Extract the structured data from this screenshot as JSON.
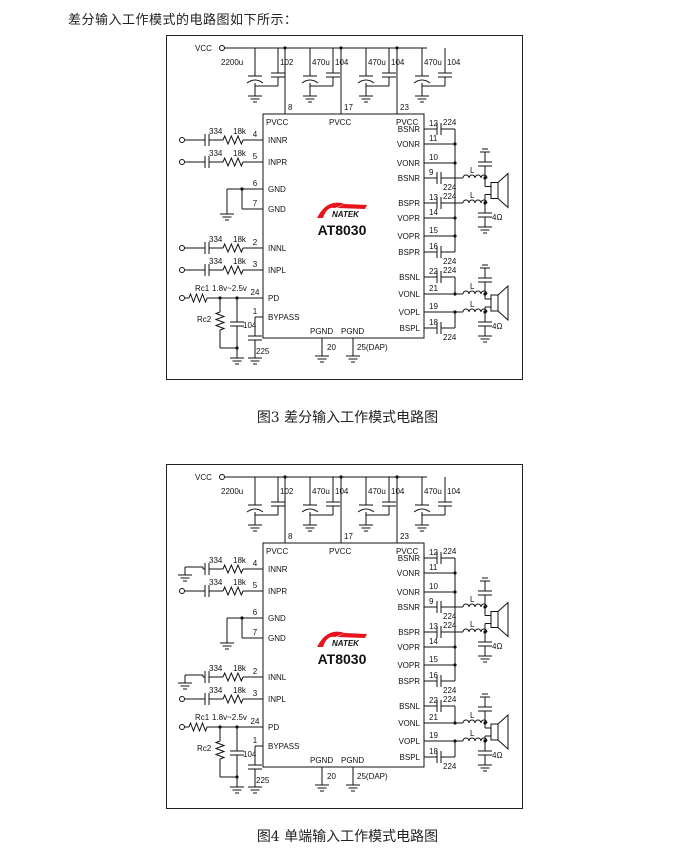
{
  "intro_text": "差分输入工作模式的电路图如下所示：",
  "figures": [
    {
      "id": "fig3",
      "caption": "图3  差分输入工作模式电路图",
      "mode": "differential",
      "inputs": {
        "innr": "open",
        "inpr": "open",
        "innl": "open",
        "inpl": "open"
      }
    },
    {
      "id": "fig4",
      "caption": "图4  单端输入工作模式电路图",
      "mode": "single-ended",
      "inputs": {
        "innr": "ground",
        "inpr": "open",
        "innl": "ground",
        "inpl": "open"
      }
    }
  ],
  "circuit": {
    "supply_label": "VCC",
    "chip": {
      "brand": "NATEK",
      "brand_mark": "A",
      "brand_color": "#e8141c",
      "brand_text_color": "#1f2f8f",
      "part_number": "AT8030"
    },
    "supply_caps": [
      {
        "electrolytic": "2200u",
        "ceramic": "102",
        "pin": ""
      },
      {
        "electrolytic": "470u",
        "ceramic": "104",
        "pin": "8"
      },
      {
        "electrolytic": "470u",
        "ceramic": "104",
        "pin": "17"
      },
      {
        "electrolytic": "470u",
        "ceramic": "104",
        "pin": "23"
      }
    ],
    "top_pins": [
      "PVCC",
      "PVCC",
      "PVCC"
    ],
    "left_pins": [
      {
        "num": "4",
        "name": "INNR",
        "cap": "334",
        "res": "18k"
      },
      {
        "num": "5",
        "name": "INPR",
        "cap": "334",
        "res": "18k"
      },
      {
        "num": "6",
        "name": "GND"
      },
      {
        "num": "7",
        "name": "GND"
      },
      {
        "num": "2",
        "name": "INNL",
        "cap": "334",
        "res": "18k"
      },
      {
        "num": "3",
        "name": "INPL",
        "cap": "334",
        "res": "18k"
      },
      {
        "num": "24",
        "name": "PD"
      },
      {
        "num": "1",
        "name": "BYPASS"
      }
    ],
    "pd_network": {
      "rc1": "Rc1",
      "rc2": "Rc2",
      "voltage": "1.8v~2.5v",
      "cap": "104"
    },
    "bypass_cap": "225",
    "bottom_pins": [
      {
        "num": "20",
        "name": "PGND"
      },
      {
        "num": "25(DAP)",
        "name": "PGND"
      }
    ],
    "right_pins": [
      {
        "num": "12",
        "name": "BSNR"
      },
      {
        "num": "11",
        "name": "VONR"
      },
      {
        "num": "10",
        "name": "VONR"
      },
      {
        "num": "9",
        "name": "BSNR"
      },
      {
        "num": "13",
        "name": "BSPR"
      },
      {
        "num": "14",
        "name": "VOPR"
      },
      {
        "num": "15",
        "name": "VOPR"
      },
      {
        "num": "16",
        "name": "BSPR"
      },
      {
        "num": "22",
        "name": "BSNL"
      },
      {
        "num": "21",
        "name": "VONL"
      },
      {
        "num": "19",
        "name": "VOPL"
      },
      {
        "num": "18",
        "name": "BSPL"
      }
    ],
    "bootstrap_cap": "224",
    "inductor_label": "L",
    "speaker_impedance": "4Ω"
  }
}
